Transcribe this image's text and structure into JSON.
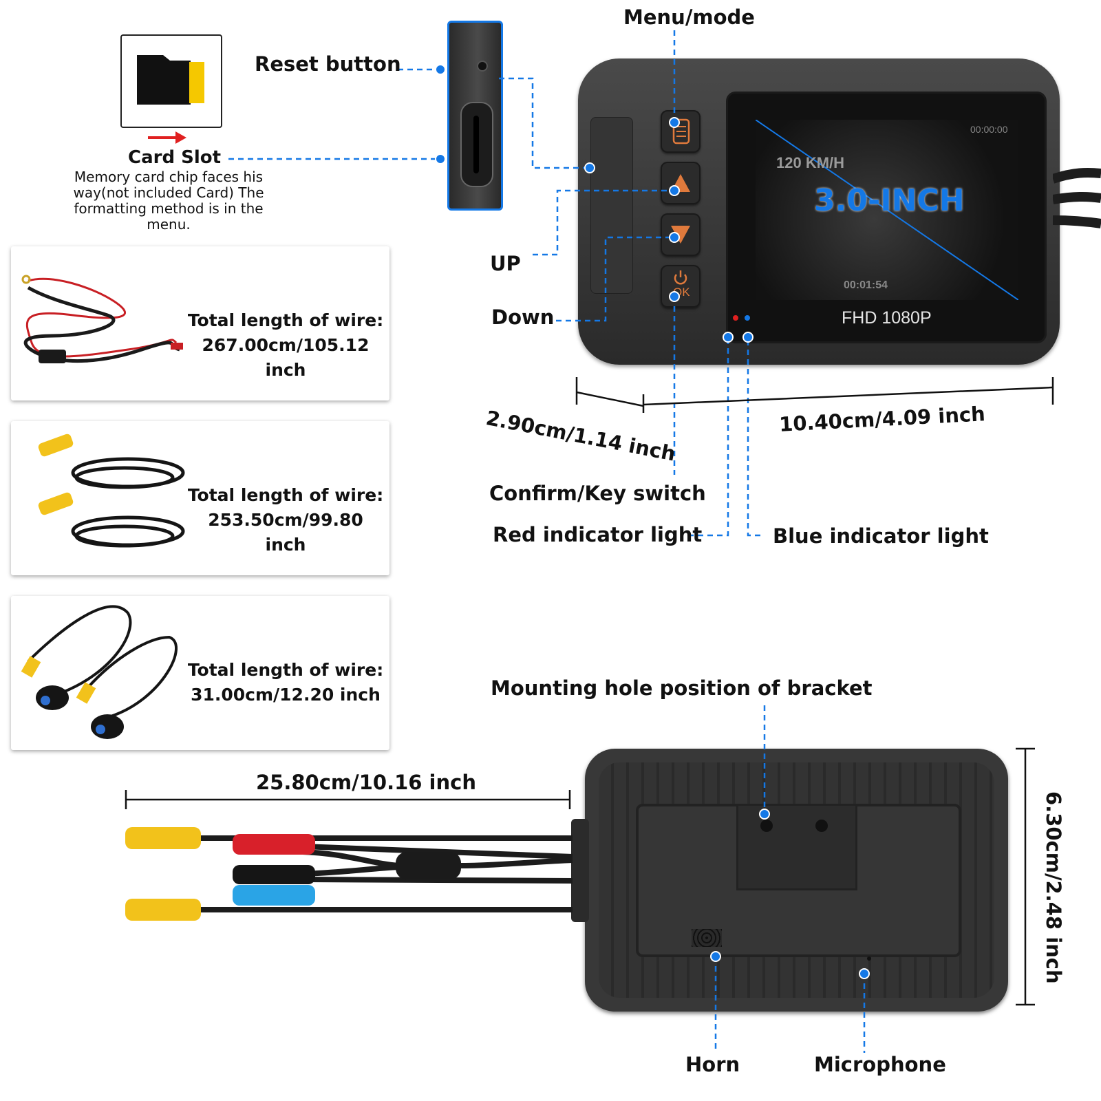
{
  "labels": {
    "menu_mode": "Menu/mode",
    "reset_button": "Reset button",
    "card_slot": "Card Slot",
    "card_note": "Memory card chip faces his way(not included Card) The formatting method is in the menu.",
    "up": "UP",
    "down": "Down",
    "confirm": "Confirm/Key switch",
    "red_light": "Red indicator light",
    "blue_light": "Blue indicator light",
    "mounting": "Mounting hole  position of bracket",
    "horn": "Horn",
    "microphone": "Microphone"
  },
  "screen": {
    "size": "3.0-INCH",
    "resolution": "FHD 1080P",
    "speed": "120 KM/H",
    "time_top": "00:00:00",
    "time_bottom": "00:01:54",
    "ok": "OK"
  },
  "dimensions": {
    "depth": "2.90cm/1.14 inch",
    "width": "10.40cm/4.09 inch",
    "height": "6.30cm/2.48 inch",
    "cable": "25.80cm/10.16 inch"
  },
  "cards": [
    {
      "line1": "Total length of wire:",
      "line2": "267.00cm/105.12 inch"
    },
    {
      "line1": "Total length of wire:",
      "line2": "253.50cm/99.80 inch"
    },
    {
      "line1": "Total length of wire:",
      "line2": "31.00cm/12.20 inch"
    }
  ],
  "colors": {
    "accent": "#1478e6",
    "device": "#2f2f2f",
    "button_icon": "#e07a3c",
    "connector_yellow": "#f2c21b",
    "connector_red": "#d8202a",
    "connector_blue": "#2aa4e6"
  }
}
